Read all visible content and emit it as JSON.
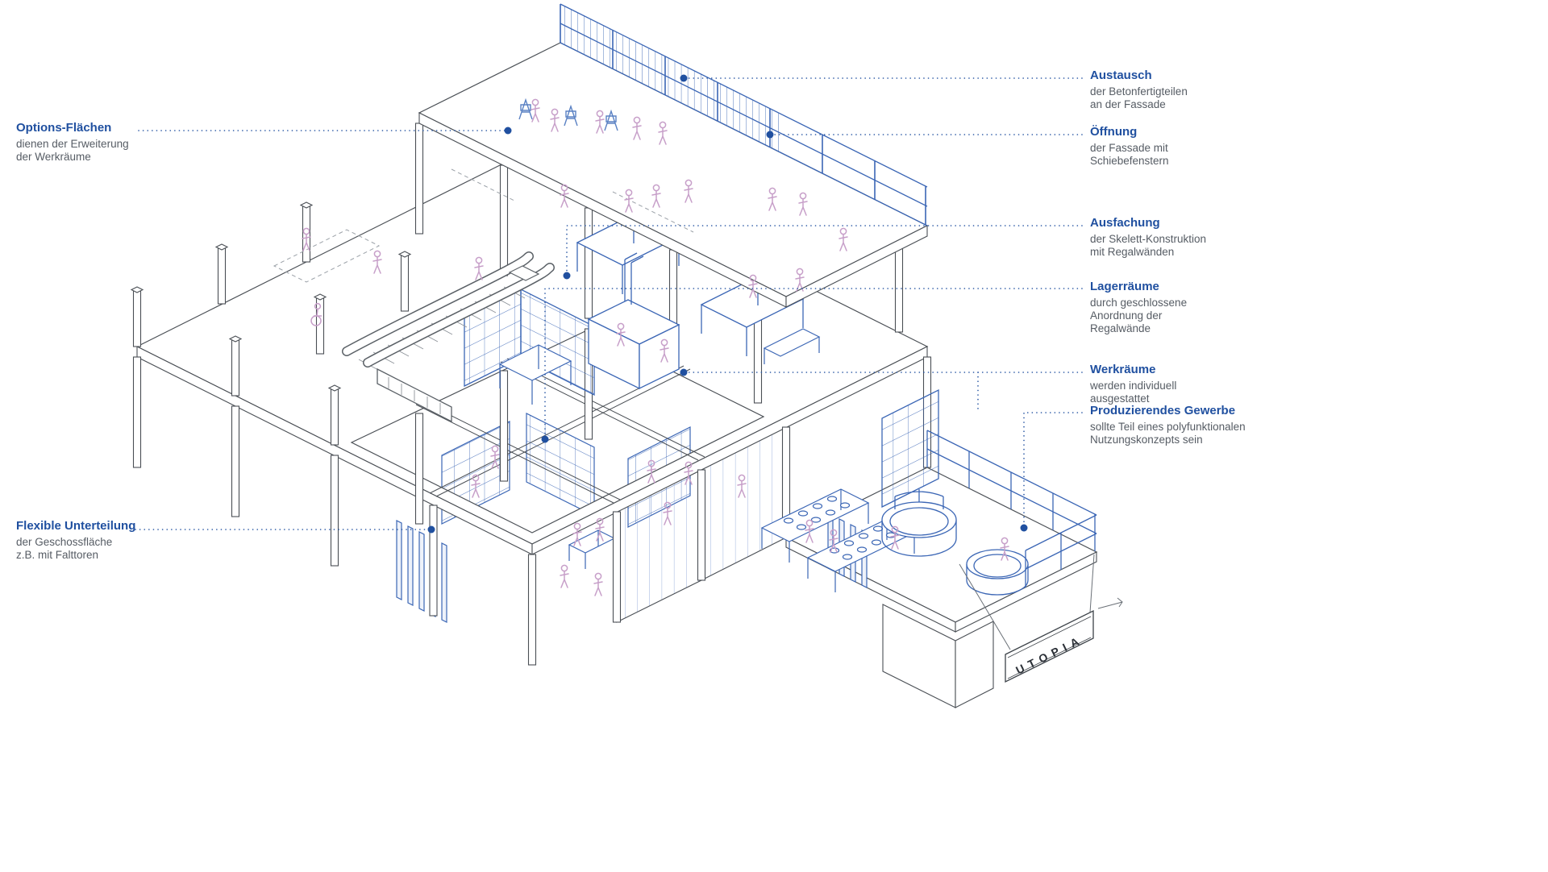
{
  "banner": {
    "text": "UTOPIA"
  },
  "annotations": {
    "options_flaechen": {
      "title": "Options-Flächen",
      "lines": [
        "dienen der Erweiterung",
        "der Werkräume"
      ]
    },
    "flexible_unterteilung": {
      "title": "Flexible Unterteilung",
      "lines": [
        "der Geschossfläche",
        "z.B. mit Falttoren"
      ]
    },
    "austausch": {
      "title": "Austausch",
      "lines": [
        "der Betonfertigteilen",
        "an der Fassade"
      ]
    },
    "oeffnung": {
      "title": "Öffnung",
      "lines": [
        "der Fassade mit",
        "Schiebefenstern"
      ]
    },
    "ausfachung": {
      "title": "Ausfachung",
      "lines": [
        "der Skelett-Konstruktion",
        "mit Regalwänden"
      ]
    },
    "lagerraeume": {
      "title": "Lagerräume",
      "lines": [
        "durch geschlossene",
        "Anordnung der",
        "Regalwände"
      ]
    },
    "werkraeume": {
      "title": "Werkräume",
      "lines": [
        "werden individuell",
        "ausgestattet"
      ]
    },
    "produzierendes_gewerbe": {
      "title": "Produzierendes Gewerbe",
      "lines": [
        "sollte Teil eines polyfunktionalen",
        "Nutzungskonzepts sein"
      ]
    }
  },
  "colors": {
    "accent": "#2050a0",
    "body_text": "#565c64",
    "blue_line": "#3b66b5",
    "people": "#c79fc9",
    "structure": "#4a4f55"
  }
}
